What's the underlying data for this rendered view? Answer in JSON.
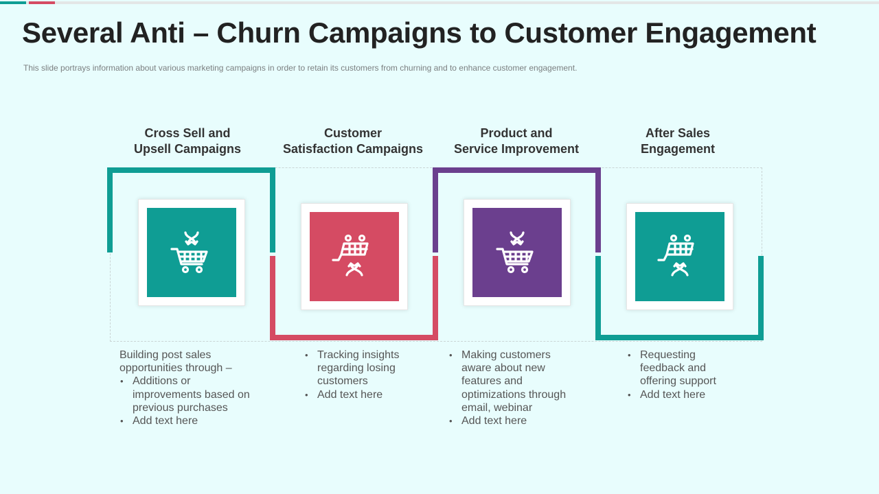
{
  "slide": {
    "title": "Several Anti – Churn Campaigns to Customer Engagement",
    "subtitle": "This slide portrays information about various marketing campaigns in order to retain its customers from churning and to enhance customer engagement."
  },
  "colors": {
    "teal": "#0f9d94",
    "red": "#d54b63",
    "purple": "#6b3f8e",
    "background": "#e8fdfd"
  },
  "columns": [
    {
      "heading_line1": "Cross Sell and",
      "heading_line2": "Upsell Campaigns",
      "icon": "shopping-cart-arrows-icon",
      "color": "#0f9d94",
      "intro_line1": "Building post sales",
      "intro_line2": "opportunities through –",
      "bullets": [
        {
          "line1": "Additions or",
          "line2": "improvements based on",
          "line3": "previous purchases"
        },
        {
          "line1": "Add text here"
        }
      ]
    },
    {
      "heading_line1": "Customer",
      "heading_line2": "Satisfaction Campaigns",
      "icon": "cart-arrows-up-icon",
      "color": "#d54b63",
      "bullets": [
        {
          "line1": "Tracking insights",
          "line2": "regarding losing",
          "line3": "customers"
        },
        {
          "line1": "Add text here"
        }
      ]
    },
    {
      "heading_line1": "Product and",
      "heading_line2": "Service Improvement",
      "icon": "shopping-cart-arrows-icon",
      "color": "#6b3f8e",
      "bullets": [
        {
          "line1": "Making customers",
          "line2": "aware about new",
          "line3": "features and",
          "line4": "optimizations through",
          "line5": "email, webinar"
        },
        {
          "line1": "Add text here"
        }
      ]
    },
    {
      "heading_line1": "After Sales",
      "heading_line2": "Engagement",
      "icon": "cart-arrows-up-icon",
      "color": "#0f9d94",
      "bullets": [
        {
          "line1": "Requesting",
          "line2": "feedback and",
          "line3": "offering support"
        },
        {
          "line1": "Add text here"
        }
      ]
    }
  ]
}
